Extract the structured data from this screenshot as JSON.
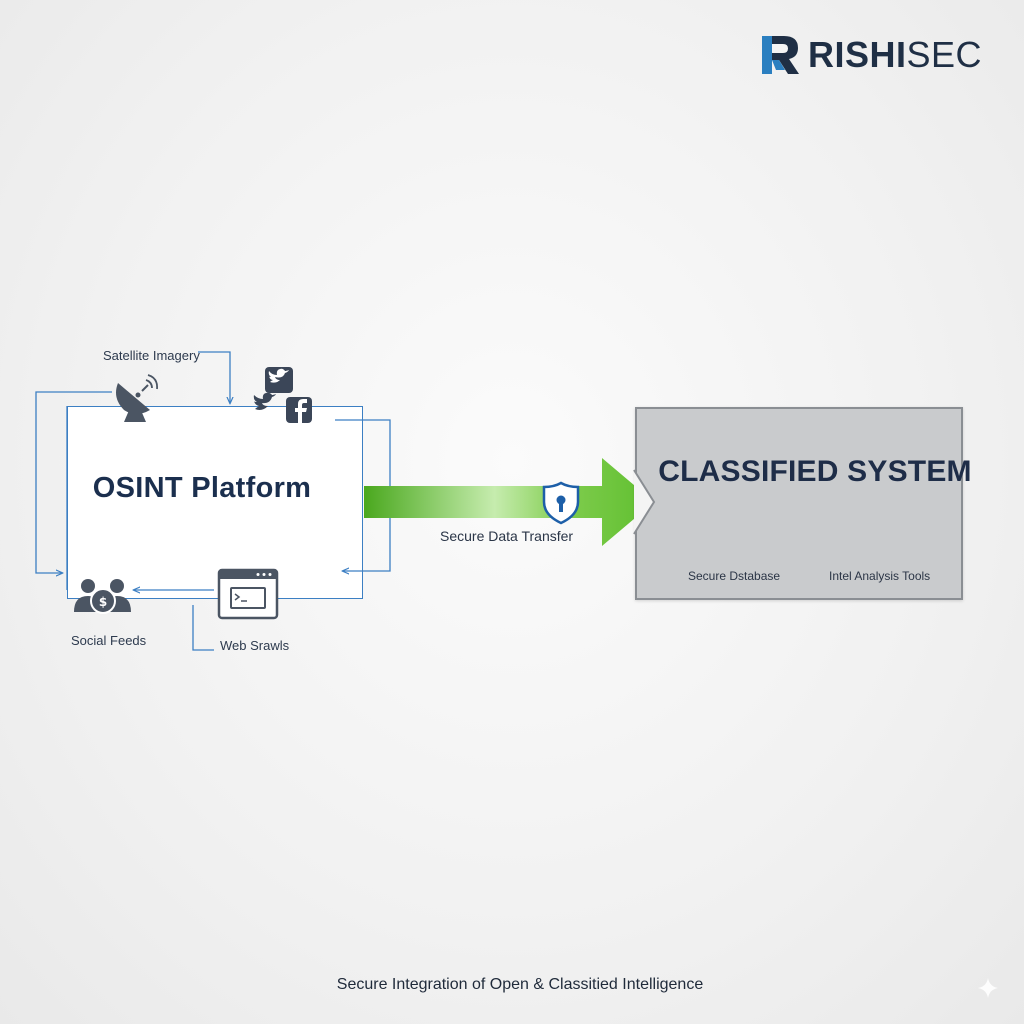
{
  "brand": {
    "name_bold": "RISHI",
    "name_light": "SEC",
    "icon": "rishisec-logo-icon",
    "colors": {
      "dark": "#1f2f45",
      "accent": "#2b7fc0"
    }
  },
  "diagram": {
    "source": {
      "title": "OSINT Platform",
      "inputs": [
        {
          "label": "Satellite Imagery",
          "icon": "satellite-dish-icon"
        },
        {
          "label": "",
          "icon": "twitter-facebook-icon"
        },
        {
          "label": "Social Feeds",
          "icon": "social-users-icon"
        },
        {
          "label": "Web Srawls",
          "icon": "browser-window-icon"
        }
      ]
    },
    "transfer": {
      "label": "Secure Data Transfer",
      "icon": "shield-keyhole-icon",
      "color": "#5fbf2f"
    },
    "destination": {
      "title": "CLASSIFIED SYSTEM",
      "icon": "padlock-icon",
      "components": [
        {
          "label": "Secure Dstabase",
          "icon": "gear-database-icon"
        },
        {
          "label": "Intel Analysis Tools",
          "icon": "analysis-tools-icon"
        }
      ]
    },
    "colors": {
      "connector": "#3c7fc3",
      "box_border": "#8a8e93",
      "box_fill": "#c9cbcd"
    }
  },
  "caption": "Secure Integration of Open & Classitied Intelligence"
}
